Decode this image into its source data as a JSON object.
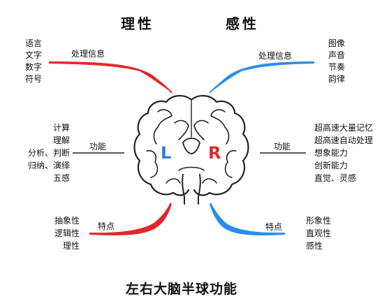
{
  "headers": {
    "left": "理性",
    "right": "感性"
  },
  "brain": {
    "left_letter": "L",
    "right_letter": "R"
  },
  "left": {
    "processing": {
      "label": "处理信息",
      "items": [
        "语言",
        "文字",
        "数字",
        "符号"
      ]
    },
    "function": {
      "label": "功能",
      "items": [
        "计算",
        "理解",
        "分析、判断",
        "归纳、演绎",
        "五感"
      ]
    },
    "traits": {
      "label": "特点",
      "items": [
        "抽象性",
        "逻辑性",
        "理性"
      ]
    }
  },
  "right": {
    "processing": {
      "label": "处理信息",
      "items": [
        "图像",
        "声音",
        "节奏",
        "韵律"
      ]
    },
    "function": {
      "label": "功能",
      "items": [
        "超高速大量记忆",
        "超高速自动处理",
        "想象能力",
        "创新能力",
        "直觉、灵感"
      ]
    },
    "traits": {
      "label": "特点",
      "items": [
        "形象性",
        "直观性",
        "感性"
      ]
    }
  },
  "title": "左右大脑半球功能",
  "colors": {
    "left_accent": "#e0282e",
    "right_accent": "#2a8ee8",
    "letter_L": "#2a7fd4",
    "letter_R": "#d92a2a"
  }
}
